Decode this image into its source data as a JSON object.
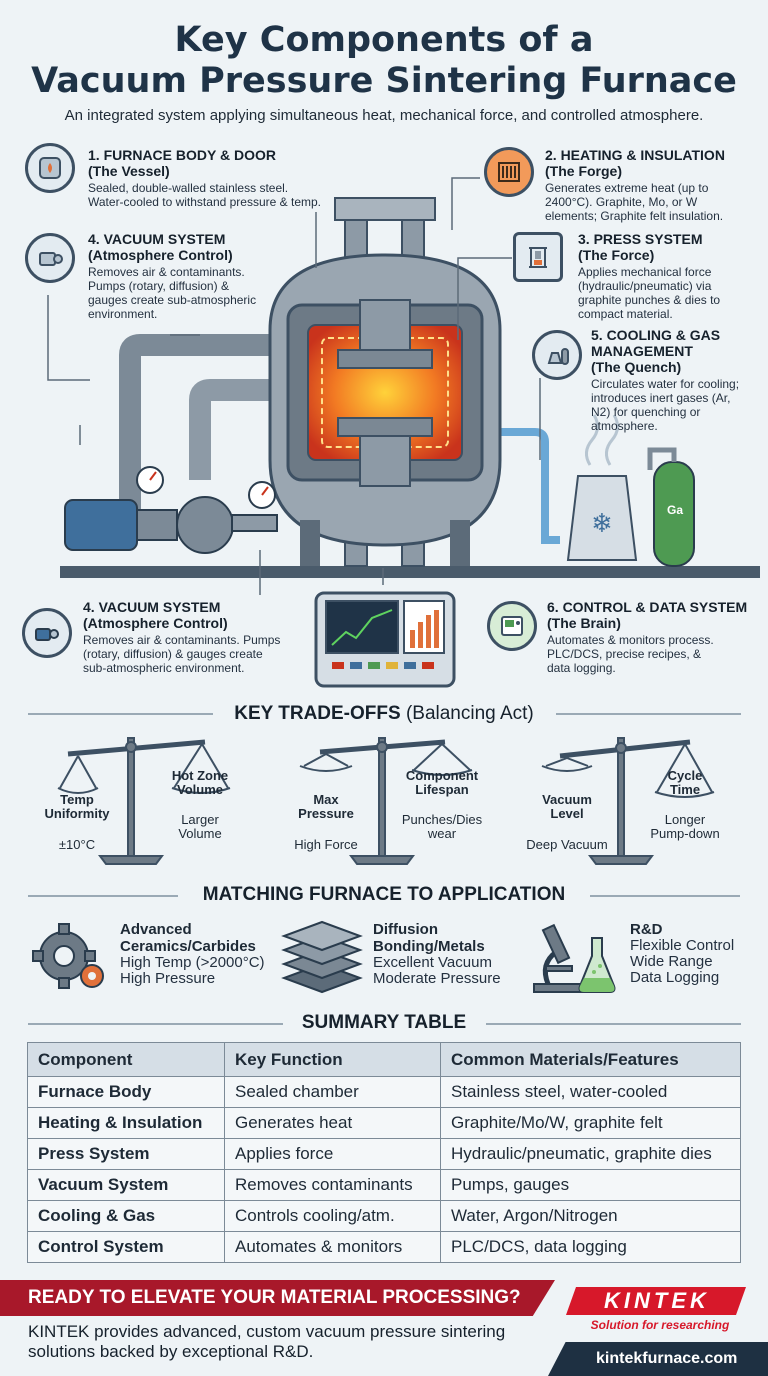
{
  "header": {
    "title_line1": "Key Components of a",
    "title_line2": "Vacuum Pressure Sintering Furnace",
    "subtitle": "An integrated system applying simultaneous heat, mechanical force, and controlled atmosphere."
  },
  "components": {
    "furnace_body": {
      "head1": "1. FURNACE BODY & DOOR",
      "head2": "(The Vessel)",
      "desc": [
        "Sealed, double-walled stainless steel.",
        "Water-cooled to withstand pressure & temp."
      ]
    },
    "heating": {
      "head1": "2. HEATING & INSULATION",
      "head2": "(The Forge)",
      "desc": [
        "Generates extreme heat (up to",
        "2400°C). Graphite, Mo, or W",
        "elements; Graphite felt insulation."
      ]
    },
    "vacuum_top": {
      "head1": "4. VACUUM SYSTEM",
      "head2": "(Atmosphere Control)",
      "desc": [
        "Removes air & contaminants.",
        "Pumps (rotary, diffusion) &",
        "gauges create sub-atmospheric",
        "environment."
      ]
    },
    "press": {
      "head1": "3. PRESS SYSTEM",
      "head2": "(The Force)",
      "desc": [
        "Applies mechanical force",
        "(hydraulic/pneumatic) via",
        "graphite punches & dies to",
        "compact material."
      ]
    },
    "cooling": {
      "head1": "5. COOLING & GAS",
      "head2": "MANAGEMENT",
      "head3": "(The Quench)",
      "desc": [
        "Circulates water for cooling;",
        "introduces inert gases (Ar,",
        "N2) for quenching or",
        "atmosphere."
      ]
    },
    "vacuum_bottom": {
      "head1": "4. VACUUM SYSTEM",
      "head2": "(Atmosphere Control)",
      "desc": [
        "Removes air & contaminants. Pumps",
        "(rotary, diffusion) & gauges create",
        "sub-atmospheric environment."
      ]
    },
    "control": {
      "head1": "6. CONTROL & DATA SYSTEM",
      "head2": "(The Brain)",
      "desc": [
        "Automates & monitors process.",
        "PLC/DCS, precise recipes, &",
        "data logging."
      ]
    },
    "gas_label": "Ga"
  },
  "tradeoffs": {
    "title_bold": "KEY TRADE-OFFS",
    "title_light": "(Balancing Act)",
    "scales": [
      {
        "left_head": [
          "Temp",
          "Uniformity"
        ],
        "left_val": "±10°C",
        "right_head": [
          "Hot Zone",
          "Volume"
        ],
        "right_val": [
          "Larger",
          "Volume"
        ]
      },
      {
        "left_head": [
          "Max",
          "Pressure"
        ],
        "left_val": "High Force",
        "right_head": [
          "Component",
          "Lifespan"
        ],
        "right_val": [
          "Punches/Dies",
          "wear"
        ]
      },
      {
        "left_head": [
          "Vacuum",
          "Level"
        ],
        "left_val": "Deep Vacuum",
        "right_head": [
          "Cycle",
          "Time"
        ],
        "right_val": [
          "Longer",
          "Pump-down"
        ]
      }
    ]
  },
  "applications": {
    "title": "MATCHING FURNACE TO APPLICATION",
    "items": [
      {
        "head": [
          "Advanced",
          "Ceramics/Carbides"
        ],
        "desc": [
          "High Temp (>2000°C)",
          "High Pressure"
        ]
      },
      {
        "head": [
          "Diffusion",
          "Bonding/Metals"
        ],
        "desc": [
          "Excellent Vacuum",
          "Moderate Pressure"
        ]
      },
      {
        "head": [
          "R&D"
        ],
        "desc": [
          "Flexible Control",
          "Wide Range",
          "Data Logging"
        ]
      }
    ]
  },
  "summary": {
    "title": "SUMMARY TABLE",
    "columns": [
      "Component",
      "Key Function",
      "Common Materials/Features"
    ],
    "rows": [
      [
        "Furnace Body",
        "Sealed chamber",
        "Stainless steel, water-cooled"
      ],
      [
        "Heating & Insulation",
        "Generates heat",
        "Graphite/Mo/W, graphite felt"
      ],
      [
        "Press System",
        "Applies force",
        "Hydraulic/pneumatic, graphite dies"
      ],
      [
        "Vacuum System",
        "Removes contaminants",
        "Pumps, gauges"
      ],
      [
        "Cooling & Gas",
        "Controls cooling/atm.",
        "Water, Argon/Nitrogen"
      ],
      [
        "Control System",
        "Automates & monitors",
        "PLC/DCS, data logging"
      ]
    ]
  },
  "footer": {
    "banner": "READY TO ELEVATE YOUR MATERIAL PROCESSING?",
    "text": "KINTEK provides advanced, custom vacuum pressure sintering solutions backed by exceptional R&D.",
    "logo": "KINTEK",
    "tagline": "Solution for researching",
    "url": "kintekfurnace.com"
  },
  "colors": {
    "brand_red": "#a8182a",
    "navy": "#1e3042",
    "heat_orange": "#f07a2a",
    "steel": "#8d9aa6"
  }
}
